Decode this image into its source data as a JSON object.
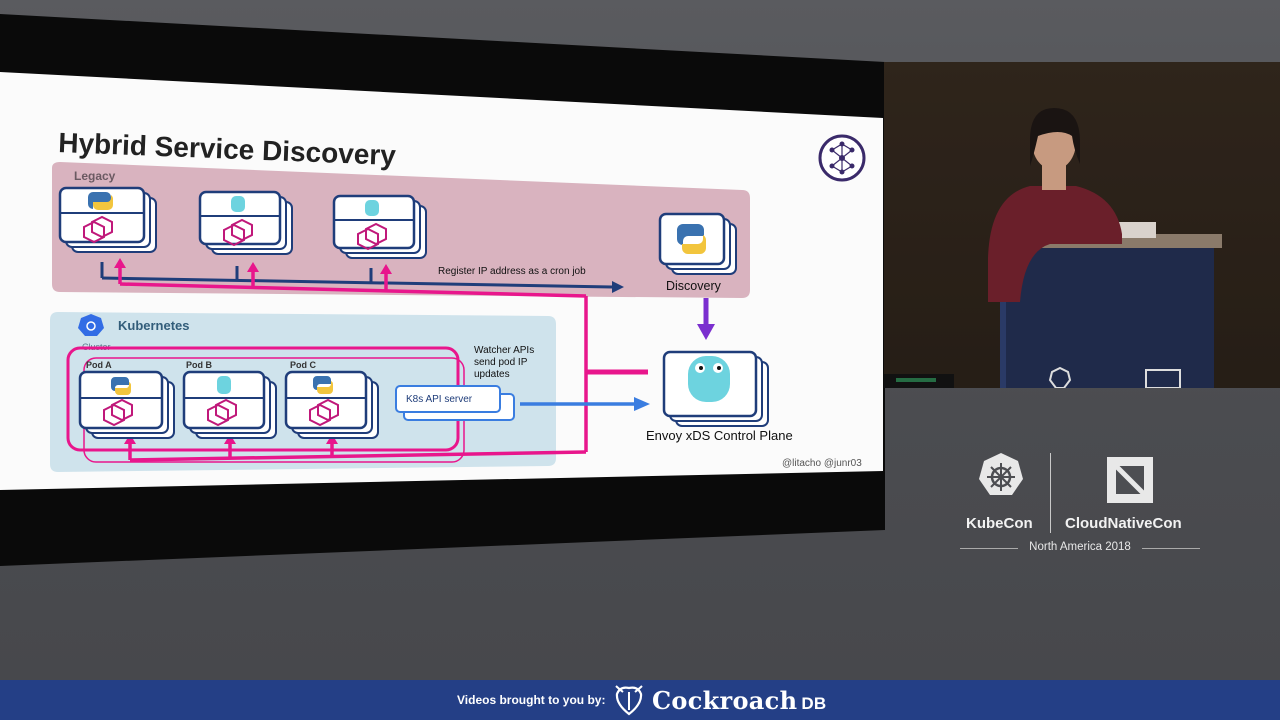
{
  "slide": {
    "title": "Hybrid Service Discovery",
    "legacy_label": "Legacy",
    "kubernetes_label": "Kubernetes",
    "cluster_label": "Cluster",
    "pods": [
      "Pod A",
      "Pod B",
      "Pod C"
    ],
    "register_note": "Register IP address as a cron job",
    "discovery_label": "Discovery",
    "watcher_note": [
      "Watcher APIs",
      "send pod IP",
      "updates"
    ],
    "api_server_label": "K8s API server",
    "control_plane_label": "Envoy xDS Control Plane",
    "credits": "@litacho @junr03"
  },
  "branding": {
    "kubecon": "KubeCon",
    "cloudnativecon": "CloudNativeCon",
    "event": "North America 2018"
  },
  "sponsor": {
    "prefix": "Videos brought to you by:",
    "name": "Cockroach",
    "suffix": "DB"
  },
  "colors": {
    "magenta": "#e8168c",
    "legacy_bg": "#d9b3bf",
    "k8s_bg": "#cfe3ec",
    "navy_arrow": "#1f3d7a",
    "blue_arrow": "#3a7de0",
    "purple_arrow": "#7b2fcf",
    "sponsor_bar": "#243f86"
  }
}
